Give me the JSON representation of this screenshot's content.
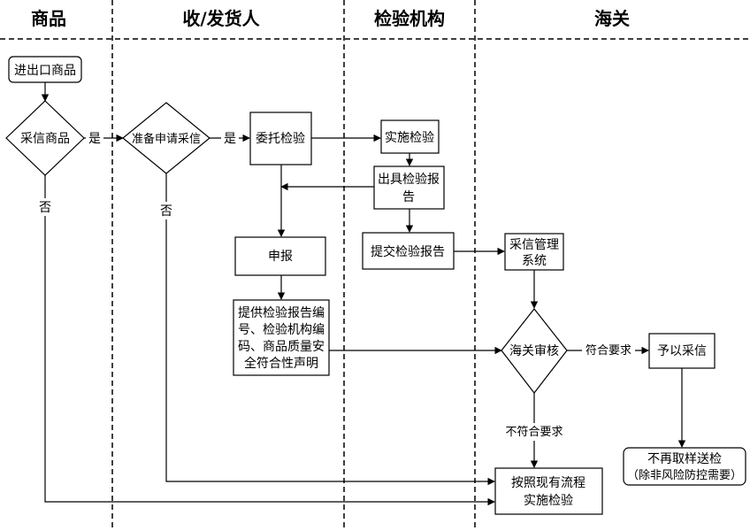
{
  "lanes": {
    "goods": "商品",
    "consignee": "收/发货人",
    "inspection_agency": "检验机构",
    "customs": "海关"
  },
  "nodes": {
    "import_export_goods": "进出口商品",
    "adopt_goods_q": "采信商品",
    "prepare_apply_q": "准备申请采信",
    "entrust_inspection": "委托检验",
    "implement_inspection": "实施检验",
    "issue_report_l1": "出具检验报",
    "issue_report_l2": "告",
    "declare": "申报",
    "submit_report": "提交检验报告",
    "adopt_system_l1": "采信管理",
    "adopt_system_l2": "系统",
    "provide_l1": "提供检验报告编",
    "provide_l2": "号、检验机构编",
    "provide_l3": "码、商品质量安",
    "provide_l4": "全符合性声明",
    "customs_review_q": "海关审核",
    "grant_adoption": "予以采信",
    "no_sampling_l1": "不再取样送检",
    "no_sampling_l2": "（除非风险防控需要）",
    "existing_process_l1": "按照现有流程",
    "existing_process_l2": "实施检验"
  },
  "edges": {
    "yes_1": "是",
    "yes_2": "是",
    "no_1": "否",
    "no_2": "否",
    "meets": "符合要求",
    "not_meets": "不符合要求"
  }
}
